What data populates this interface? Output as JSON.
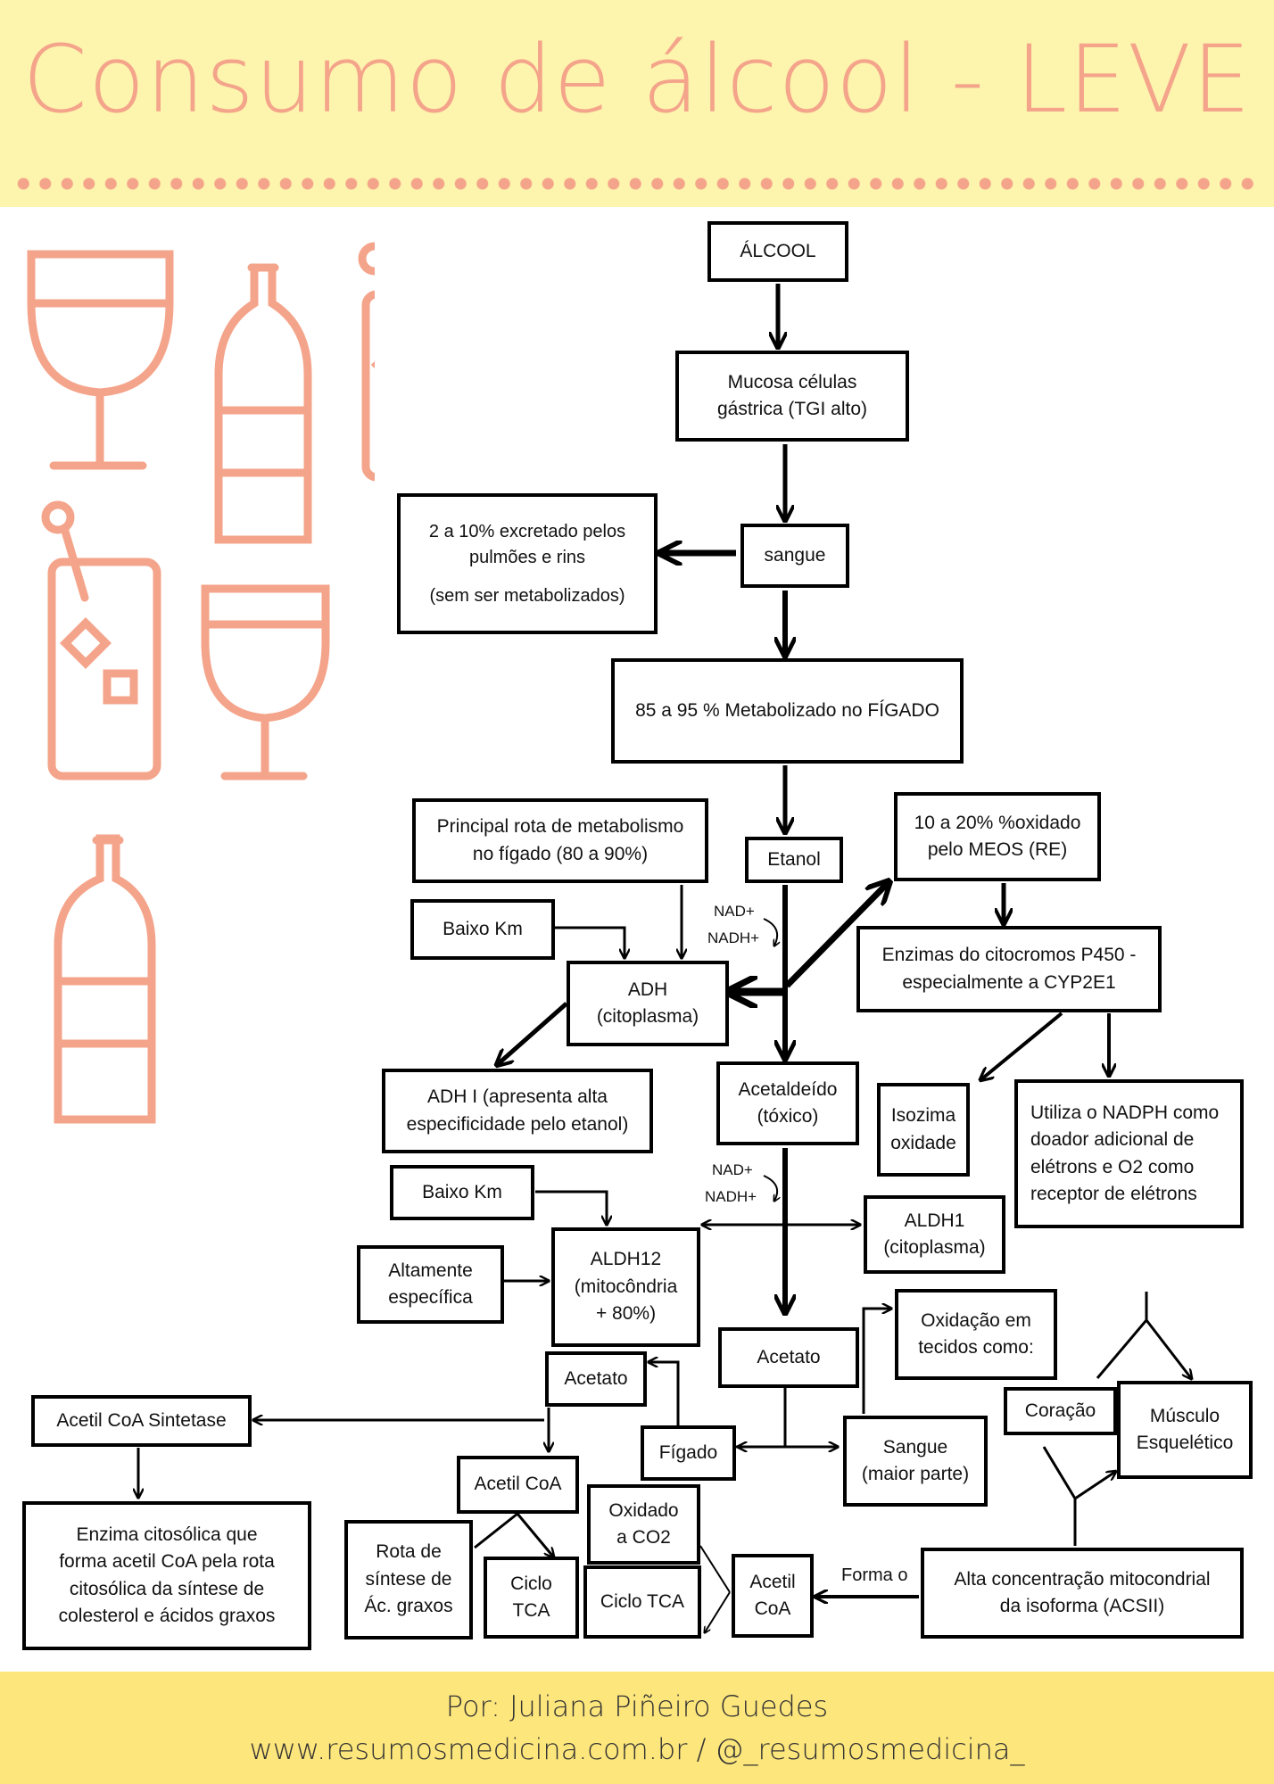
{
  "header": {
    "title": "Consumo de álcool - LEVE"
  },
  "colors": {
    "header_bg": "#fdf4ad",
    "footer_bg": "#fde67c",
    "accent": "#f4a48a"
  },
  "decorations": [
    "wine-glass-icon",
    "bottle-icon",
    "cocktail-glass-icon",
    "cocktail-glass-icon",
    "wine-glass-icon",
    "bottle-icon"
  ],
  "boxes": {
    "alcool": [
      "ÁLCOOL"
    ],
    "mucosa": [
      "Mucosa células",
      "gástrica (TGI alto)"
    ],
    "sangue": [
      "sangue"
    ],
    "excretado": [
      "2 a 10% excretado pelos",
      "pulmões e rins",
      "(sem ser metabolizados)"
    ],
    "metab": [
      "85 a 95 % Metabolizado no FÍGADO"
    ],
    "principal": [
      "Principal rota de metabolismo",
      "no fígado (80 a 90%)"
    ],
    "etanol": [
      "Etanol"
    ],
    "meos": [
      "10 a 20% %oxidado",
      "pelo MEOS (RE)"
    ],
    "baixo1": [
      "Baixo Km"
    ],
    "adh": [
      "ADH",
      "(citoplasma)"
    ],
    "enzimas": [
      "Enzimas do citocromos P450 -",
      "especialmente a CYP2E1"
    ],
    "adhI": [
      "ADH I (apresenta alta",
      "especificidade pelo etanol)"
    ],
    "acetaldeido": [
      "Acetaldeído",
      "(tóxico)"
    ],
    "isozima": [
      "Isozima",
      "oxidade"
    ],
    "utiliza": [
      "Utiliza o NADPH como",
      "doador adicional de",
      "elétrons e O2 como",
      "receptor de elétrons"
    ],
    "baixo2": [
      "Baixo Km"
    ],
    "aldh1": [
      "ALDH1",
      "(citoplasma)"
    ],
    "altamente": [
      "Altamente",
      "específica"
    ],
    "aldh12": [
      "ALDH12",
      "(mitocôndria",
      "+ 80%)"
    ],
    "oxidacao": [
      "Oxidação em",
      "tecidos como:"
    ],
    "acetato1": [
      "Acetato"
    ],
    "acetato2": [
      "Acetato"
    ],
    "coracao": [
      "Coração"
    ],
    "musculo": [
      "Músculo",
      "Esquelético"
    ],
    "acetilsint": [
      "Acetil CoA Sintetase"
    ],
    "figado": [
      "Fígado"
    ],
    "sangue2": [
      "Sangue",
      "(maior parte)"
    ],
    "acetilcoa1": [
      "Acetil CoA"
    ],
    "oxidado": [
      "Oxidado",
      "a CO2"
    ],
    "rota": [
      "Rota de",
      "síntese de",
      "Ác. graxos"
    ],
    "ciclo1": [
      "Ciclo",
      "TCA"
    ],
    "ciclo2": [
      "Ciclo TCA"
    ],
    "acetilcoa2": [
      "Acetil",
      "CoA"
    ],
    "alta": [
      "Alta concentração mitocondrial",
      "da isoforma (ACSII)"
    ],
    "enzima": [
      "Enzima citosólica que",
      "forma acetil CoA pela rota",
      "citosólica da síntese de",
      "colesterol e ácidos graxos"
    ]
  },
  "labels": {
    "nad1": "NAD+",
    "nadh1": "NADH+",
    "nad2": "NAD+",
    "nadh2": "NADH+",
    "forma": "Forma o"
  },
  "footer": {
    "author": "Por: Juliana Piñeiro Guedes",
    "site": "www.resumosmedicina.com.br / @_resumosmedicina_"
  }
}
